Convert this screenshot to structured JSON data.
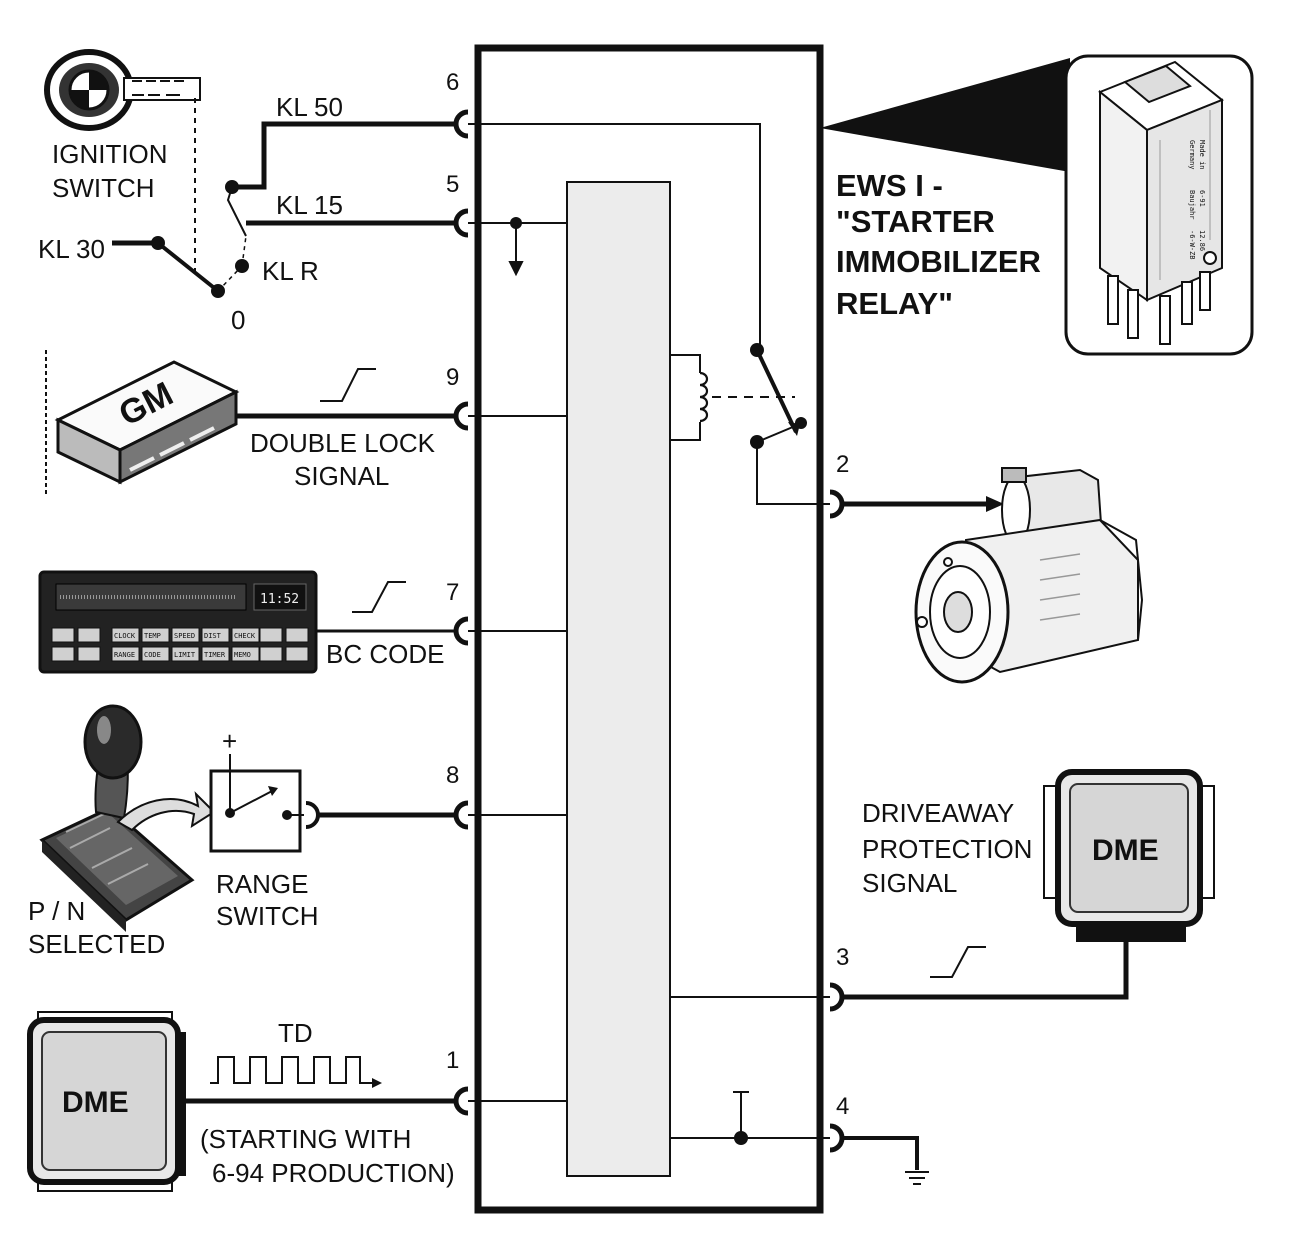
{
  "labels": {
    "ignition_switch": [
      "IGNITION",
      "SWITCH"
    ],
    "kl30": "KL 30",
    "kl50": "KL 50",
    "kl15": "KL 15",
    "klr": "KL R",
    "pos0": "0",
    "gm_logo": "GM",
    "double_lock": [
      "DOUBLE LOCK",
      "SIGNAL"
    ],
    "bc_code": "BC CODE",
    "range_switch": [
      "RANGE",
      "SWITCH"
    ],
    "pn_selected": [
      "P / N",
      "SELECTED"
    ],
    "plus": "+",
    "td": "TD",
    "dme": "DME",
    "starting_with": [
      "(STARTING WITH",
      "6-94 PRODUCTION)"
    ],
    "driveaway": [
      "DRIVEAWAY",
      "PROTECTION",
      "SIGNAL"
    ],
    "relay_title": [
      "EWS I -",
      "\"STARTER",
      "IMMOBILIZER",
      "RELAY\""
    ],
    "bc_clock": "11:52",
    "relay_markings": [
      "Made in",
      "Germany",
      "6-91",
      "Baujahr",
      "12.86",
      "-6-W-ZB"
    ]
  },
  "pins": {
    "p6": "6",
    "p5": "5",
    "p9": "9",
    "p7": "7",
    "p8": "8",
    "p1": "1",
    "p2": "2",
    "p3": "3",
    "p4": "4"
  },
  "bc_keys": {
    "row1": [
      "CLOCK",
      "TEMP",
      "SPEED",
      "DIST",
      "CHECK"
    ],
    "row2": [
      "RANGE",
      "CODE",
      "LIMIT",
      "TIMER",
      "MEMO"
    ]
  },
  "colors": {
    "ink": "#111111",
    "module_fill": "#ececec",
    "page": "#ffffff"
  }
}
